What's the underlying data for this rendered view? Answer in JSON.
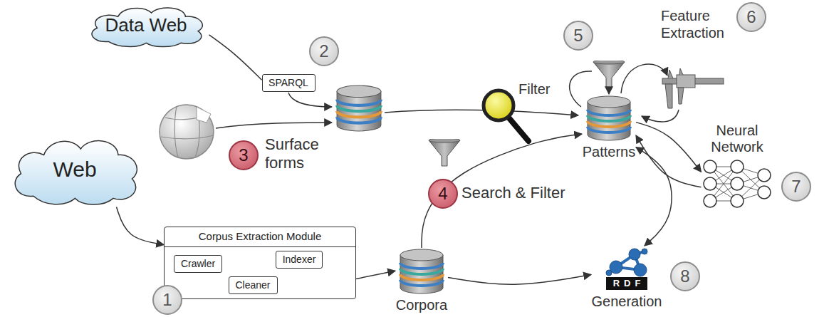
{
  "diagram": {
    "nodes": [
      {
        "text": [
          "Data Web"
        ]
      },
      {
        "text": [
          "SPARQL"
        ]
      },
      {
        "text": [
          "Web"
        ]
      },
      {
        "text": [
          "Corpus Extraction Module"
        ]
      },
      {
        "text": [
          "Crawler"
        ],
        "in": 3
      },
      {
        "text": [
          "Indexer"
        ],
        "in": 3
      },
      {
        "text": [
          "Cleaner"
        ],
        "in": 3
      },
      {
        "text": [
          "Corpora"
        ]
      },
      {
        "text": [
          "Patterns"
        ]
      },
      {
        "text": [
          "Neural Network"
        ]
      },
      {
        "text": [
          "RDF",
          "Generation"
        ]
      }
    ],
    "edges": [
      {
        "from": 0,
        "to": 1,
        "arrow": "none"
      },
      {
        "from": 2,
        "to": 3,
        "arrow": "to"
      },
      {
        "from": 4,
        "to": 6,
        "arrow": "to"
      },
      {
        "from": 6,
        "to": 5,
        "arrow": "to"
      },
      {
        "from": 3,
        "to": 7,
        "arrow": "to"
      },
      {
        "from": 7,
        "to": 8,
        "arrow": "to"
      },
      {
        "from": 7,
        "to": 10,
        "arrow": "to"
      },
      {
        "from": 8,
        "to": 10,
        "arrow": "both"
      },
      {
        "from": 8,
        "to": 9,
        "arrow": "to"
      },
      {
        "from": 9,
        "to": 8,
        "arrow": "to"
      }
    ],
    "labels": [
      "2",
      "3",
      "Surface forms",
      "5",
      "Filter",
      "Feature Extraction",
      "6",
      "4",
      "Search & Filter",
      "7",
      "1",
      "8"
    ]
  }
}
